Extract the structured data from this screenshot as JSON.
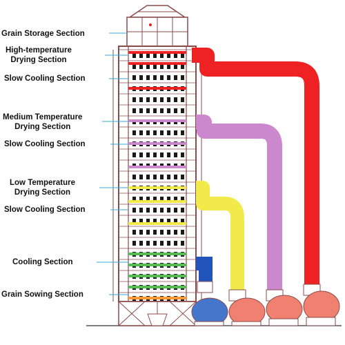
{
  "labels": {
    "grain_storage": "Grain Storage Section",
    "high_temp_1": "High-temperature",
    "high_temp_2": "Drying Section",
    "slow_cooling_1": "Slow Cooling Section",
    "medium_temp_1": "Medium Temperature",
    "medium_temp_2": "Drying Section",
    "slow_cooling_2": "Slow Cooling Section",
    "low_temp_1": "Low Temperature",
    "low_temp_2": "Drying Section",
    "slow_cooling_3": "Slow Cooling Section",
    "cooling": "Cooling Section",
    "grain_sowing": "Grain Sowing Section"
  },
  "colors": {
    "high_temperature_duct": "#ee2222",
    "medium_temperature_duct": "#cc88cc",
    "low_temperature_duct": "#f2ea4a",
    "cooling_duct": "#2255bb",
    "leader_line": "#33aadd",
    "tower_outline": "#8a4a4a"
  }
}
